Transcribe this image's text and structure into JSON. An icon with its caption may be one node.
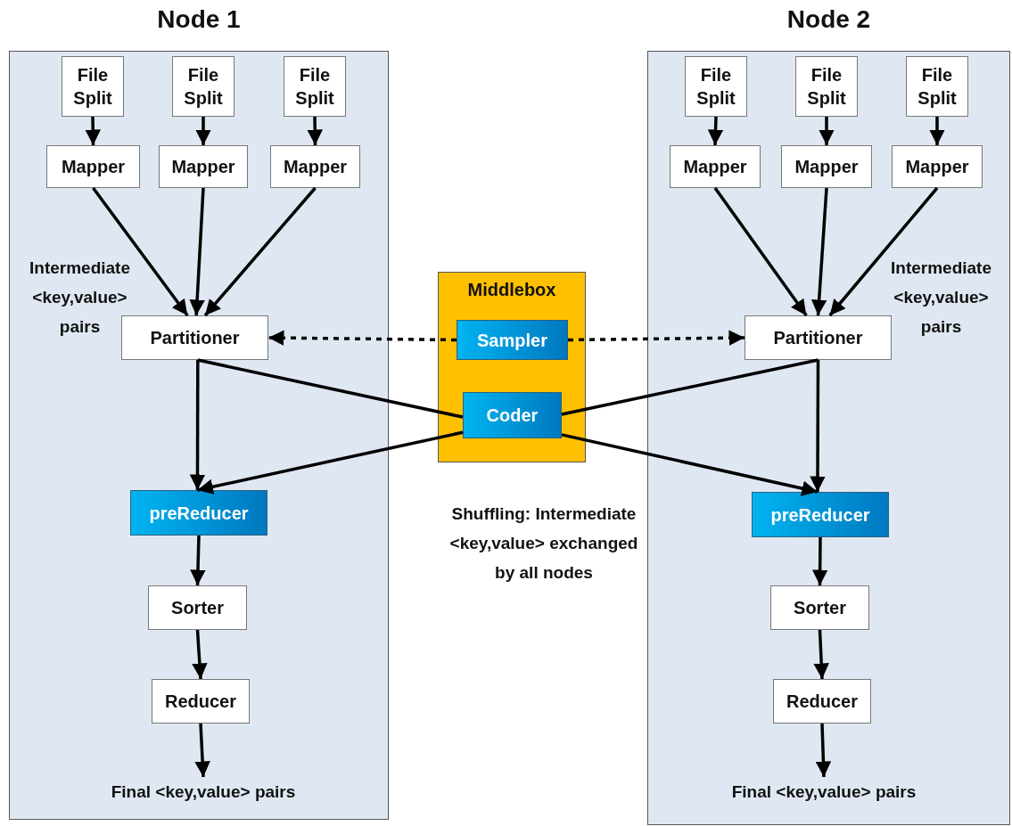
{
  "diagram": {
    "nodes": [
      {
        "text": [
          "Node 1"
        ]
      },
      {
        "text": [
          "File Split"
        ],
        "in": 0
      },
      {
        "text": [
          "File Split"
        ],
        "in": 0
      },
      {
        "text": [
          "File Split"
        ],
        "in": 0
      },
      {
        "text": [
          "Mapper"
        ],
        "in": 0
      },
      {
        "text": [
          "Mapper"
        ],
        "in": 0
      },
      {
        "text": [
          "Mapper"
        ],
        "in": 0
      },
      {
        "text": [
          "Partitioner"
        ],
        "in": 0
      },
      {
        "text": [
          "preReducer"
        ],
        "in": 0
      },
      {
        "text": [
          "Sorter"
        ],
        "in": 0
      },
      {
        "text": [
          "Reducer"
        ],
        "in": 0
      },
      {
        "text": [
          "Final <key,value> pairs"
        ],
        "in": 0
      },
      {
        "text": [
          "Middlebox"
        ]
      },
      {
        "text": [
          "Sampler"
        ],
        "in": 12
      },
      {
        "text": [
          "Coder"
        ],
        "in": 12
      },
      {
        "text": [
          "Node 2"
        ]
      },
      {
        "text": [
          "File Split"
        ],
        "in": 15
      },
      {
        "text": [
          "File Split"
        ],
        "in": 15
      },
      {
        "text": [
          "File Split"
        ],
        "in": 15
      },
      {
        "text": [
          "Mapper"
        ],
        "in": 15
      },
      {
        "text": [
          "Mapper"
        ],
        "in": 15
      },
      {
        "text": [
          "Mapper"
        ],
        "in": 15
      },
      {
        "text": [
          "Partitioner"
        ],
        "in": 15
      },
      {
        "text": [
          "preReducer"
        ],
        "in": 15
      },
      {
        "text": [
          "Sorter"
        ],
        "in": 15
      },
      {
        "text": [
          "Reducer"
        ],
        "in": 15
      },
      {
        "text": [
          "Final <key,value> pairs"
        ],
        "in": 15
      }
    ],
    "edges": [
      {
        "from": 1,
        "to": 4,
        "arrow": "to"
      },
      {
        "from": 2,
        "to": 5,
        "arrow": "to"
      },
      {
        "from": 3,
        "to": 6,
        "arrow": "to"
      },
      {
        "from": 4,
        "to": 7,
        "arrow": "to"
      },
      {
        "from": 5,
        "to": 7,
        "arrow": "to"
      },
      {
        "from": 6,
        "to": 7,
        "arrow": "to"
      },
      {
        "from": 7,
        "to": 8,
        "arrow": "to"
      },
      {
        "from": 8,
        "to": 9,
        "arrow": "to"
      },
      {
        "from": 9,
        "to": 10,
        "arrow": "to"
      },
      {
        "from": 10,
        "to": 11,
        "arrow": "to"
      },
      {
        "from": 16,
        "to": 19,
        "arrow": "to"
      },
      {
        "from": 17,
        "to": 20,
        "arrow": "to"
      },
      {
        "from": 18,
        "to": 21,
        "arrow": "to"
      },
      {
        "from": 19,
        "to": 22,
        "arrow": "to"
      },
      {
        "from": 20,
        "to": 22,
        "arrow": "to"
      },
      {
        "from": 21,
        "to": 22,
        "arrow": "to"
      },
      {
        "from": 22,
        "to": 23,
        "arrow": "to"
      },
      {
        "from": 23,
        "to": 24,
        "arrow": "to"
      },
      {
        "from": 24,
        "to": 25,
        "arrow": "to"
      },
      {
        "from": 25,
        "to": 26,
        "arrow": "to"
      },
      {
        "from": 13,
        "to": 7,
        "arrow": "to",
        "style": "dashed"
      },
      {
        "from": 13,
        "to": 22,
        "arrow": "to",
        "style": "dashed"
      },
      {
        "from": 7,
        "to": 14,
        "arrow": "none"
      },
      {
        "from": 14,
        "to": 8,
        "arrow": "to"
      },
      {
        "from": 22,
        "to": 14,
        "arrow": "none"
      },
      {
        "from": 14,
        "to": 23,
        "arrow": "to"
      }
    ],
    "labels": [
      "Intermediate <key,value> pairs",
      "Intermediate <key,value> pairs",
      "Shuffling: Intermediate <key,value> exchanged by all nodes"
    ]
  }
}
